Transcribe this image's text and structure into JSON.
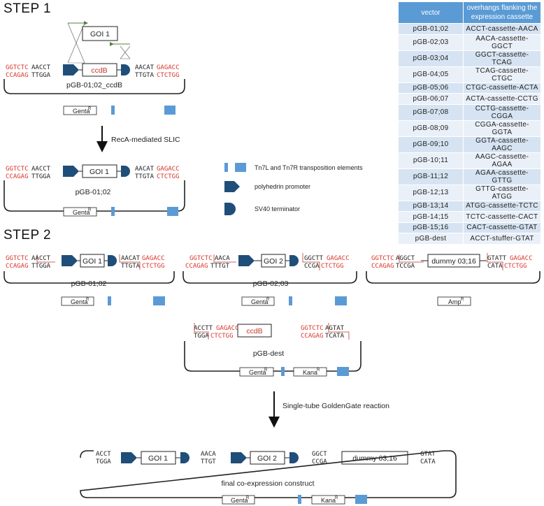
{
  "step1_title": "STEP 1",
  "step2_title": "STEP 2",
  "table": {
    "header_vector": "vector",
    "header_overhangs": "overhangs flanking the expression cassette",
    "rows": [
      {
        "vector": "pGB-01;02",
        "overhangs": "ACCT-cassette-AACA"
      },
      {
        "vector": "pGB-02;03",
        "overhangs": "AACA-cassette-GGCT"
      },
      {
        "vector": "pGB-03;04",
        "overhangs": "GGCT-cassette-TCAG"
      },
      {
        "vector": "pGB-04;05",
        "overhangs": "TCAG-cassette-CTGC"
      },
      {
        "vector": "pGB-05;06",
        "overhangs": "CTGC-cassette-ACTA"
      },
      {
        "vector": "pGB-06;07",
        "overhangs": "ACTA-cassette-CCTG"
      },
      {
        "vector": "pGB-07;08",
        "overhangs": "CCTG-cassette-CGGA"
      },
      {
        "vector": "pGB-08;09",
        "overhangs": "CGGA-cassette-GGTA"
      },
      {
        "vector": "pGB-09;10",
        "overhangs": "GGTA-cassette-AAGC"
      },
      {
        "vector": "pGB-10;11",
        "overhangs": "AAGC-cassette-AGAA"
      },
      {
        "vector": "pGB-11;12",
        "overhangs": "AGAA-cassette-GTTG"
      },
      {
        "vector": "pGB-12;13",
        "overhangs": "GTTG-cassette-ATGG"
      },
      {
        "vector": "pGB-13;14",
        "overhangs": "ATGG-cassette-TCTC"
      },
      {
        "vector": "pGB-14;15",
        "overhangs": "TCTC-cassette-CACT"
      },
      {
        "vector": "pGB-15;16",
        "overhangs": "CACT-cassette-GTAT"
      },
      {
        "vector": "pGB-dest",
        "overhangs": "ACCT-stuffer-GTAT"
      }
    ]
  },
  "seq": {
    "ggtctc": "GGTCTC",
    "ccagag": "CCAGAG",
    "gagacc": "GAGACC",
    "ctctgg": "CTCTGG",
    "aacct": "AACCT",
    "ttgga": "TTGGA",
    "aacat": "AACAT",
    "ttgta": "TTGTA",
    "aaca": "AACA",
    "tttgt": "TTTGT",
    "ggctt": "GGCTT",
    "ccga": "CCGA",
    "aggct": "AGGCT",
    "tccga": "TCCGA",
    "gtatt": "GTATT",
    "cata": "CATA",
    "acctt": "ACCTT",
    "tgga": "TGGA",
    "agtat": "AGTAT",
    "tcata": "TCATA",
    "acct": "ACCT",
    "ttgt": "TTGT",
    "ggct": "GGCT",
    "gtat": "GTAT"
  },
  "labels": {
    "goi1": "GOI 1",
    "goi2": "GOI 2",
    "ccdb": "ccdB",
    "dummy": "dummy 03;16",
    "genta": "Genta",
    "kana": "Kana",
    "amp": "Amp",
    "resistance_sup": "R",
    "pgb0102_ccdb": "pGB-01;02_ccdB",
    "pgb0102": "pGB-01;02",
    "pgb0203": "pGB-02;03",
    "pgbdest": "pGB-dest",
    "final": "final co-expression construct",
    "slic": "RecA-mediated SLIC",
    "goldengate": "Single-tube GoldenGate reaction"
  },
  "legend": {
    "tn7": "Tn7L and Tn7R transposition elements",
    "promoter": "polyhedrin promoter",
    "terminator": "SV40 terminator"
  },
  "colors": {
    "red_seq": "#d9342b",
    "promoter": "#1f4e79",
    "tn7": "#5b9bd5",
    "cut_line": "#c0392b",
    "crossover": "#548235",
    "table_header": "#5b9bd5"
  }
}
